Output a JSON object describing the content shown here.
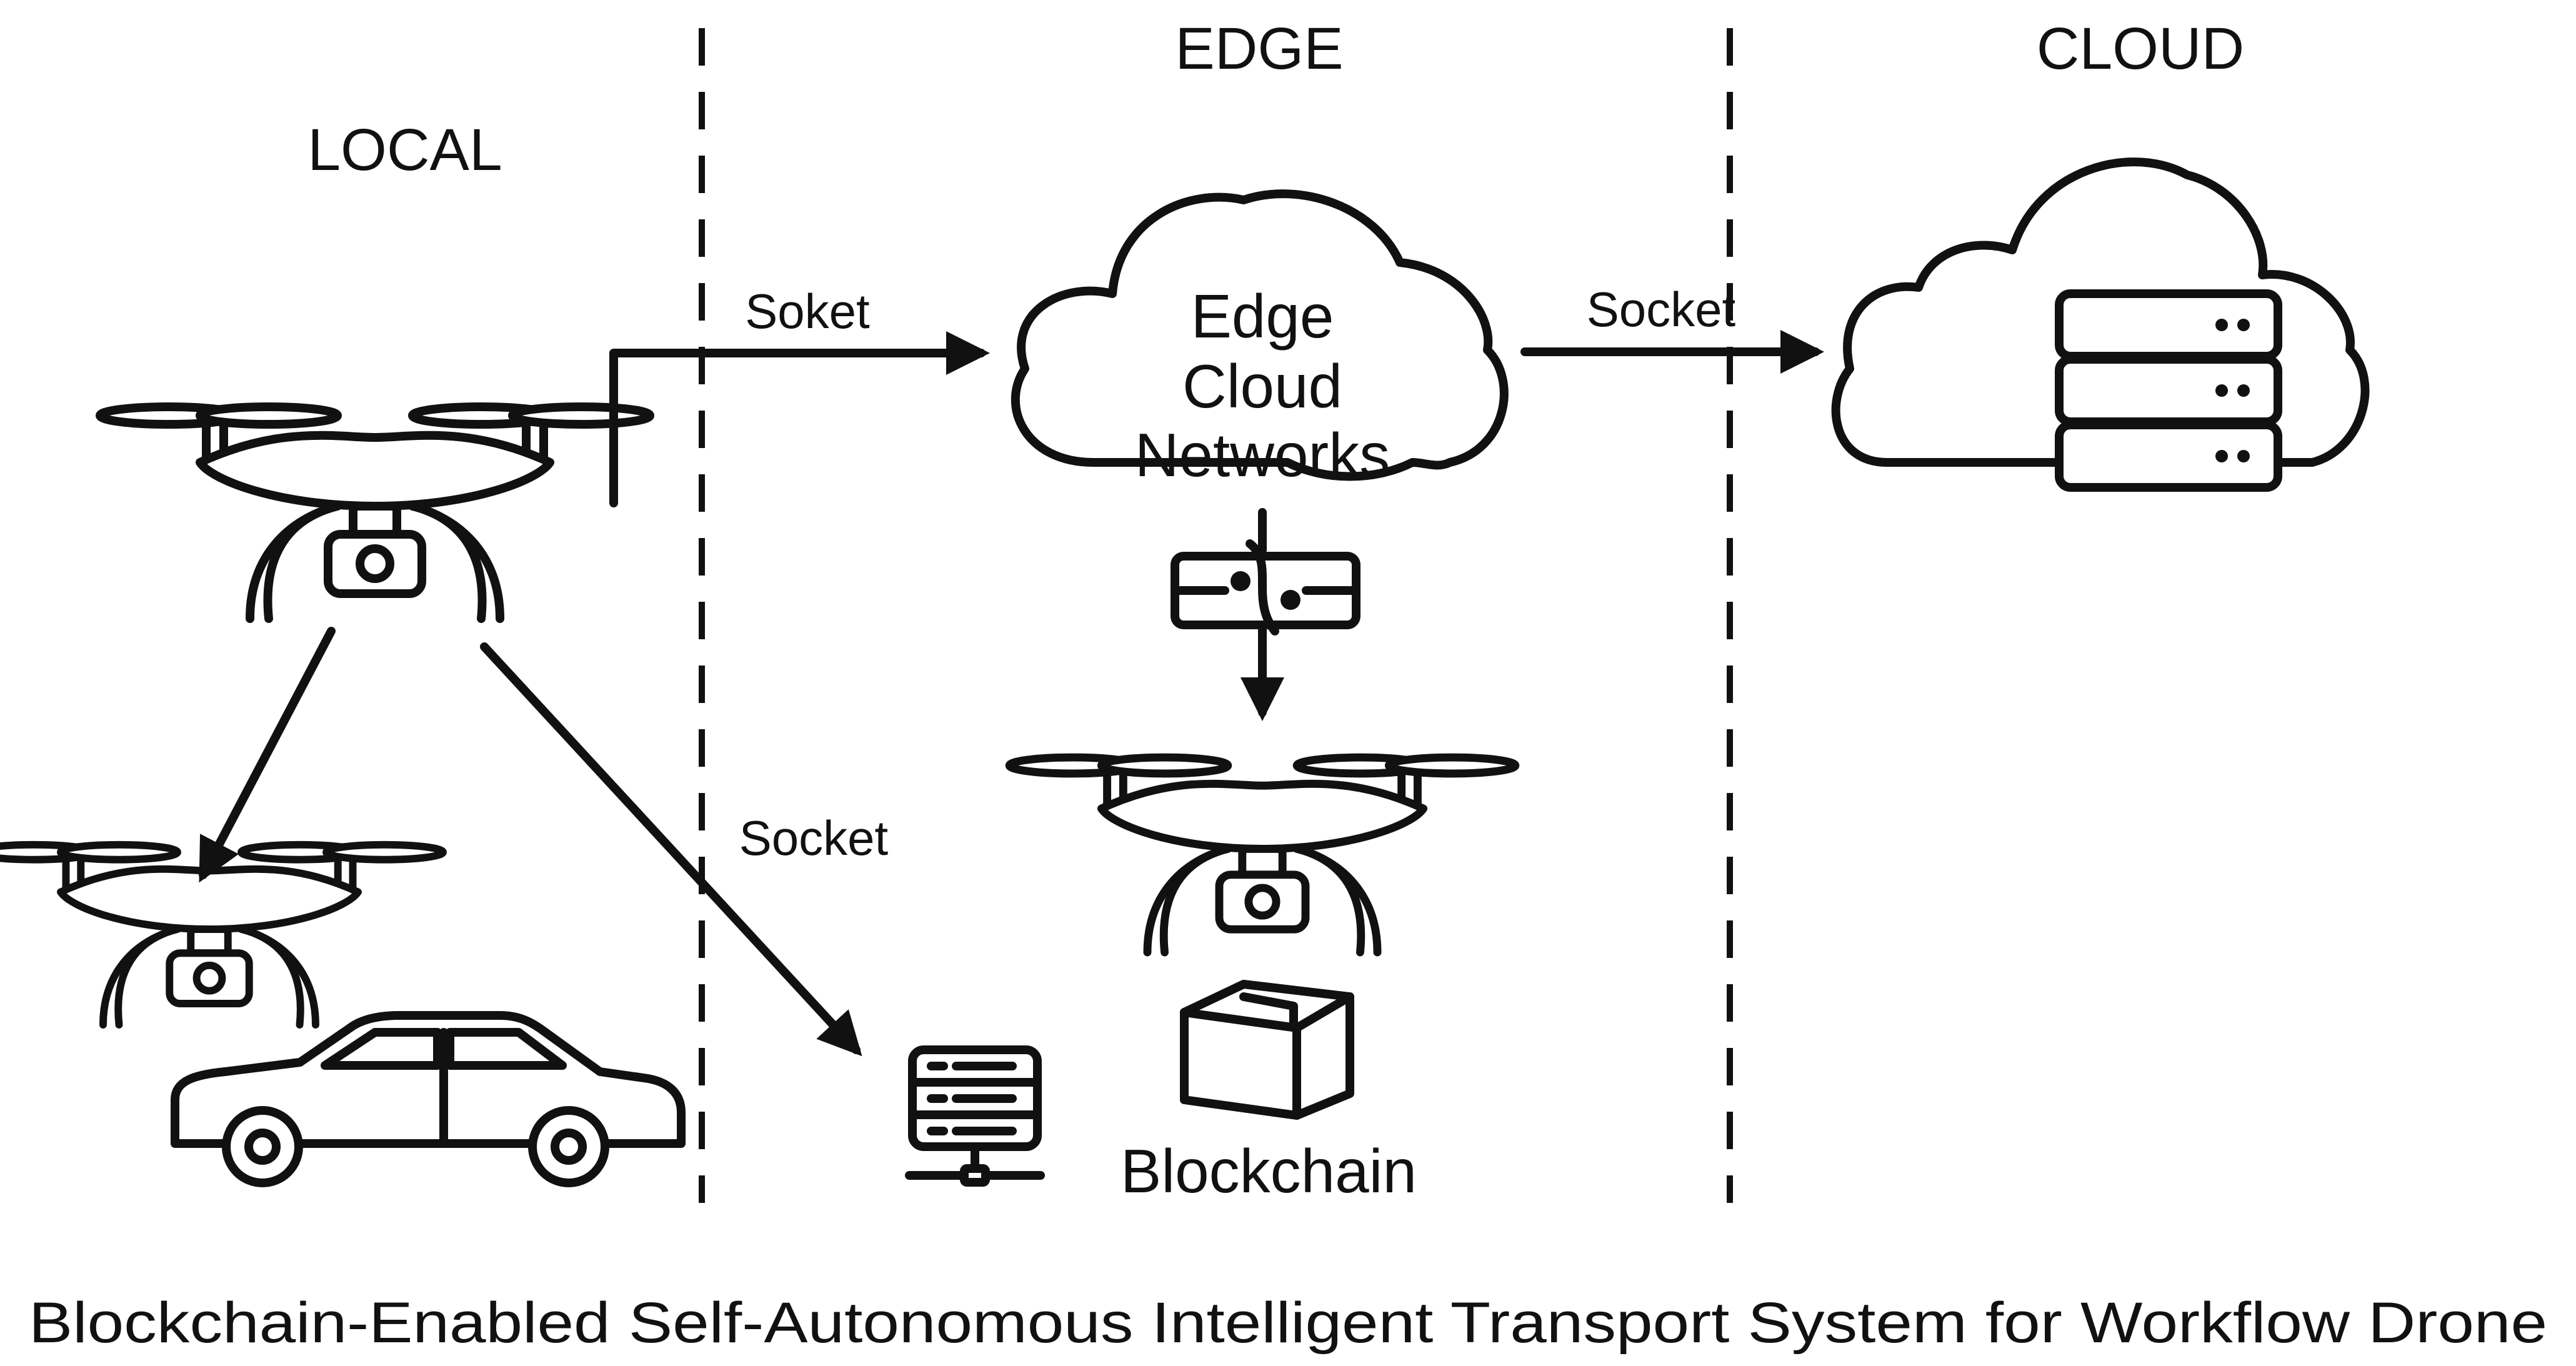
{
  "zones": {
    "local": "LOCAL",
    "edge": "EDGE",
    "cloud": "CLOUD"
  },
  "edges": {
    "drone_to_edge": "Soket",
    "edge_to_cloud": "Socket",
    "drone_to_server": "Socket"
  },
  "edge_cloud": {
    "line1": "Edge",
    "line2": "Cloud",
    "line3": "Networks"
  },
  "blockchain_label": "Blockchain",
  "caption": "Blockchain-Enabled Self-Autonomous Intelligent Transport System for Workflow Drone",
  "icons": [
    "drone-icon",
    "cloud-icon",
    "server-stack-icon",
    "network-switch-icon",
    "box-icon",
    "network-server-icon",
    "car-icon"
  ]
}
